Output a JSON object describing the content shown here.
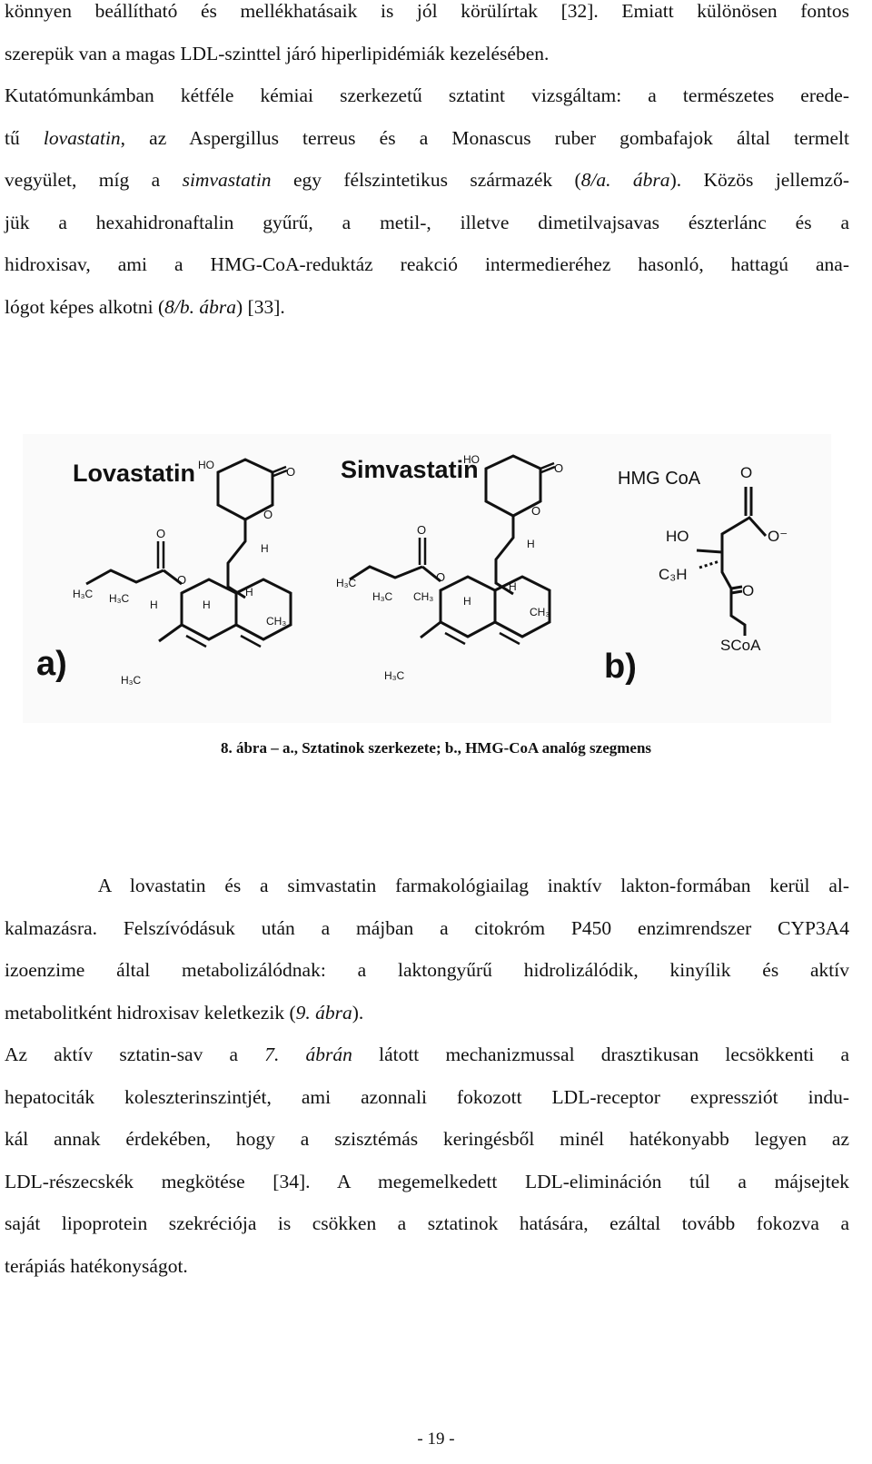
{
  "paragraph1": [
    "könnyen beállítható és mellékhatásaik is jól körülírtak [32]. Emiatt különösen fontos",
    "szerepük van a magas LDL-szinttel járó hiperlipidémiák kezelésében.",
    "Kutatómunkámban kétféle kémiai szerkezetű sztatint vizsgáltam: a természetes erede-",
    [
      "tű ",
      "lovastatin",
      ", az Aspergillus terreus és a Monascus ruber gombafajok által termelt"
    ],
    [
      "vegyület, míg a ",
      "simvastatin",
      " egy félszintetikus származék (",
      "8/a. ábra",
      "). Közös jellemző-"
    ],
    "jük a hexahidronaftalin gyűrű, a metil-, illetve dimetilvajsavas észterlánc és a",
    "hidroxisav, ami a HMG-CoA-reduktáz reakció intermedieréhez hasonló, hattagú ana-",
    [
      "lógot képes alkotni (",
      "8/b. ábra",
      ") [33]."
    ]
  ],
  "figure": {
    "label_lovastatin": "Lovastatin",
    "label_simvastatin": "Simvastatin",
    "label_hmgcoa": "HMG CoA",
    "panel_a": "a)",
    "panel_b": "b)",
    "atoms": {
      "HO": "HO",
      "O": "O",
      "H": "H",
      "CH3": "CH₃",
      "H3C": "H₃C",
      "SCoA": "SCoA",
      "C3H": "C₃H",
      "O_minus": "O⁻"
    }
  },
  "caption": "8. ábra – a., Sztatinok szerkezete; b., HMG-CoA analóg szegmens",
  "paragraph2": [
    "     A lovastatin és a simvastatin farmakológiailag inaktív lakton-formában kerül al-",
    "kalmazásra. Felszívódásuk után a májban a citokróm P450 enzimrendszer CYP3A4",
    "izoenzime által metabolizálódnak: a laktongyűrű hidrolizálódik, kinyílik és aktív",
    [
      "metabolitként hidroxisav keletkezik (",
      "9. ábra",
      ")."
    ],
    [
      "Az aktív sztatin-sav a ",
      "7. ábrán",
      " látott mechanizmussal drasztikusan lecsökkenti a"
    ],
    "hepatociták koleszterinszintjét, ami azonnali fokozott LDL-receptor expressziót indu-",
    "kál annak érdekében, hogy a szisztémás keringésből minél hatékonyabb legyen az",
    "LDL-részecskék megkötése [34]. A megemelkedett LDL-elimináción túl a májsejtek",
    "saját lipoprotein szekréciója is csökken a sztatinok hatására, ezáltal tovább fokozva a",
    "terápiás hatékonyságot."
  ],
  "page_number": "- 19 -"
}
